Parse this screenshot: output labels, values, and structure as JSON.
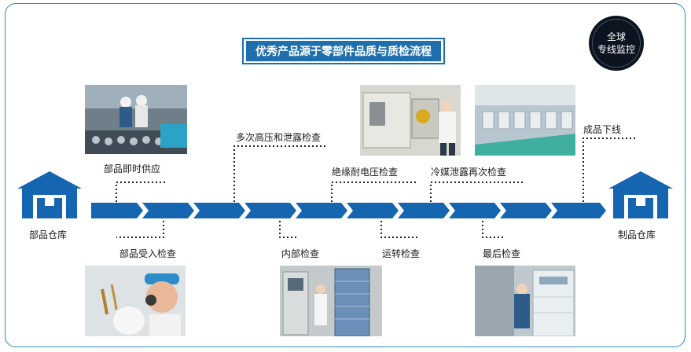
{
  "title": "优秀产品源于零部件品质与质检流程",
  "badge": {
    "line1": "全球",
    "line2": "专线监控"
  },
  "warehouses": {
    "start": "部品仓库",
    "end": "制品仓库"
  },
  "steps_top": [
    "部品即时供应",
    "多次高压和泄露检查",
    "绝缘耐电压检查",
    "冷媒泄露再次检查",
    "成品下线"
  ],
  "steps_bottom": [
    "部品受入检查",
    "内部检查",
    "运转检查",
    "最后检查"
  ],
  "colors": {
    "accent": "#1f6fae",
    "arrow": "#1565b0",
    "border": "#2f86c0"
  },
  "icons": [
    "warehouse-icon"
  ]
}
